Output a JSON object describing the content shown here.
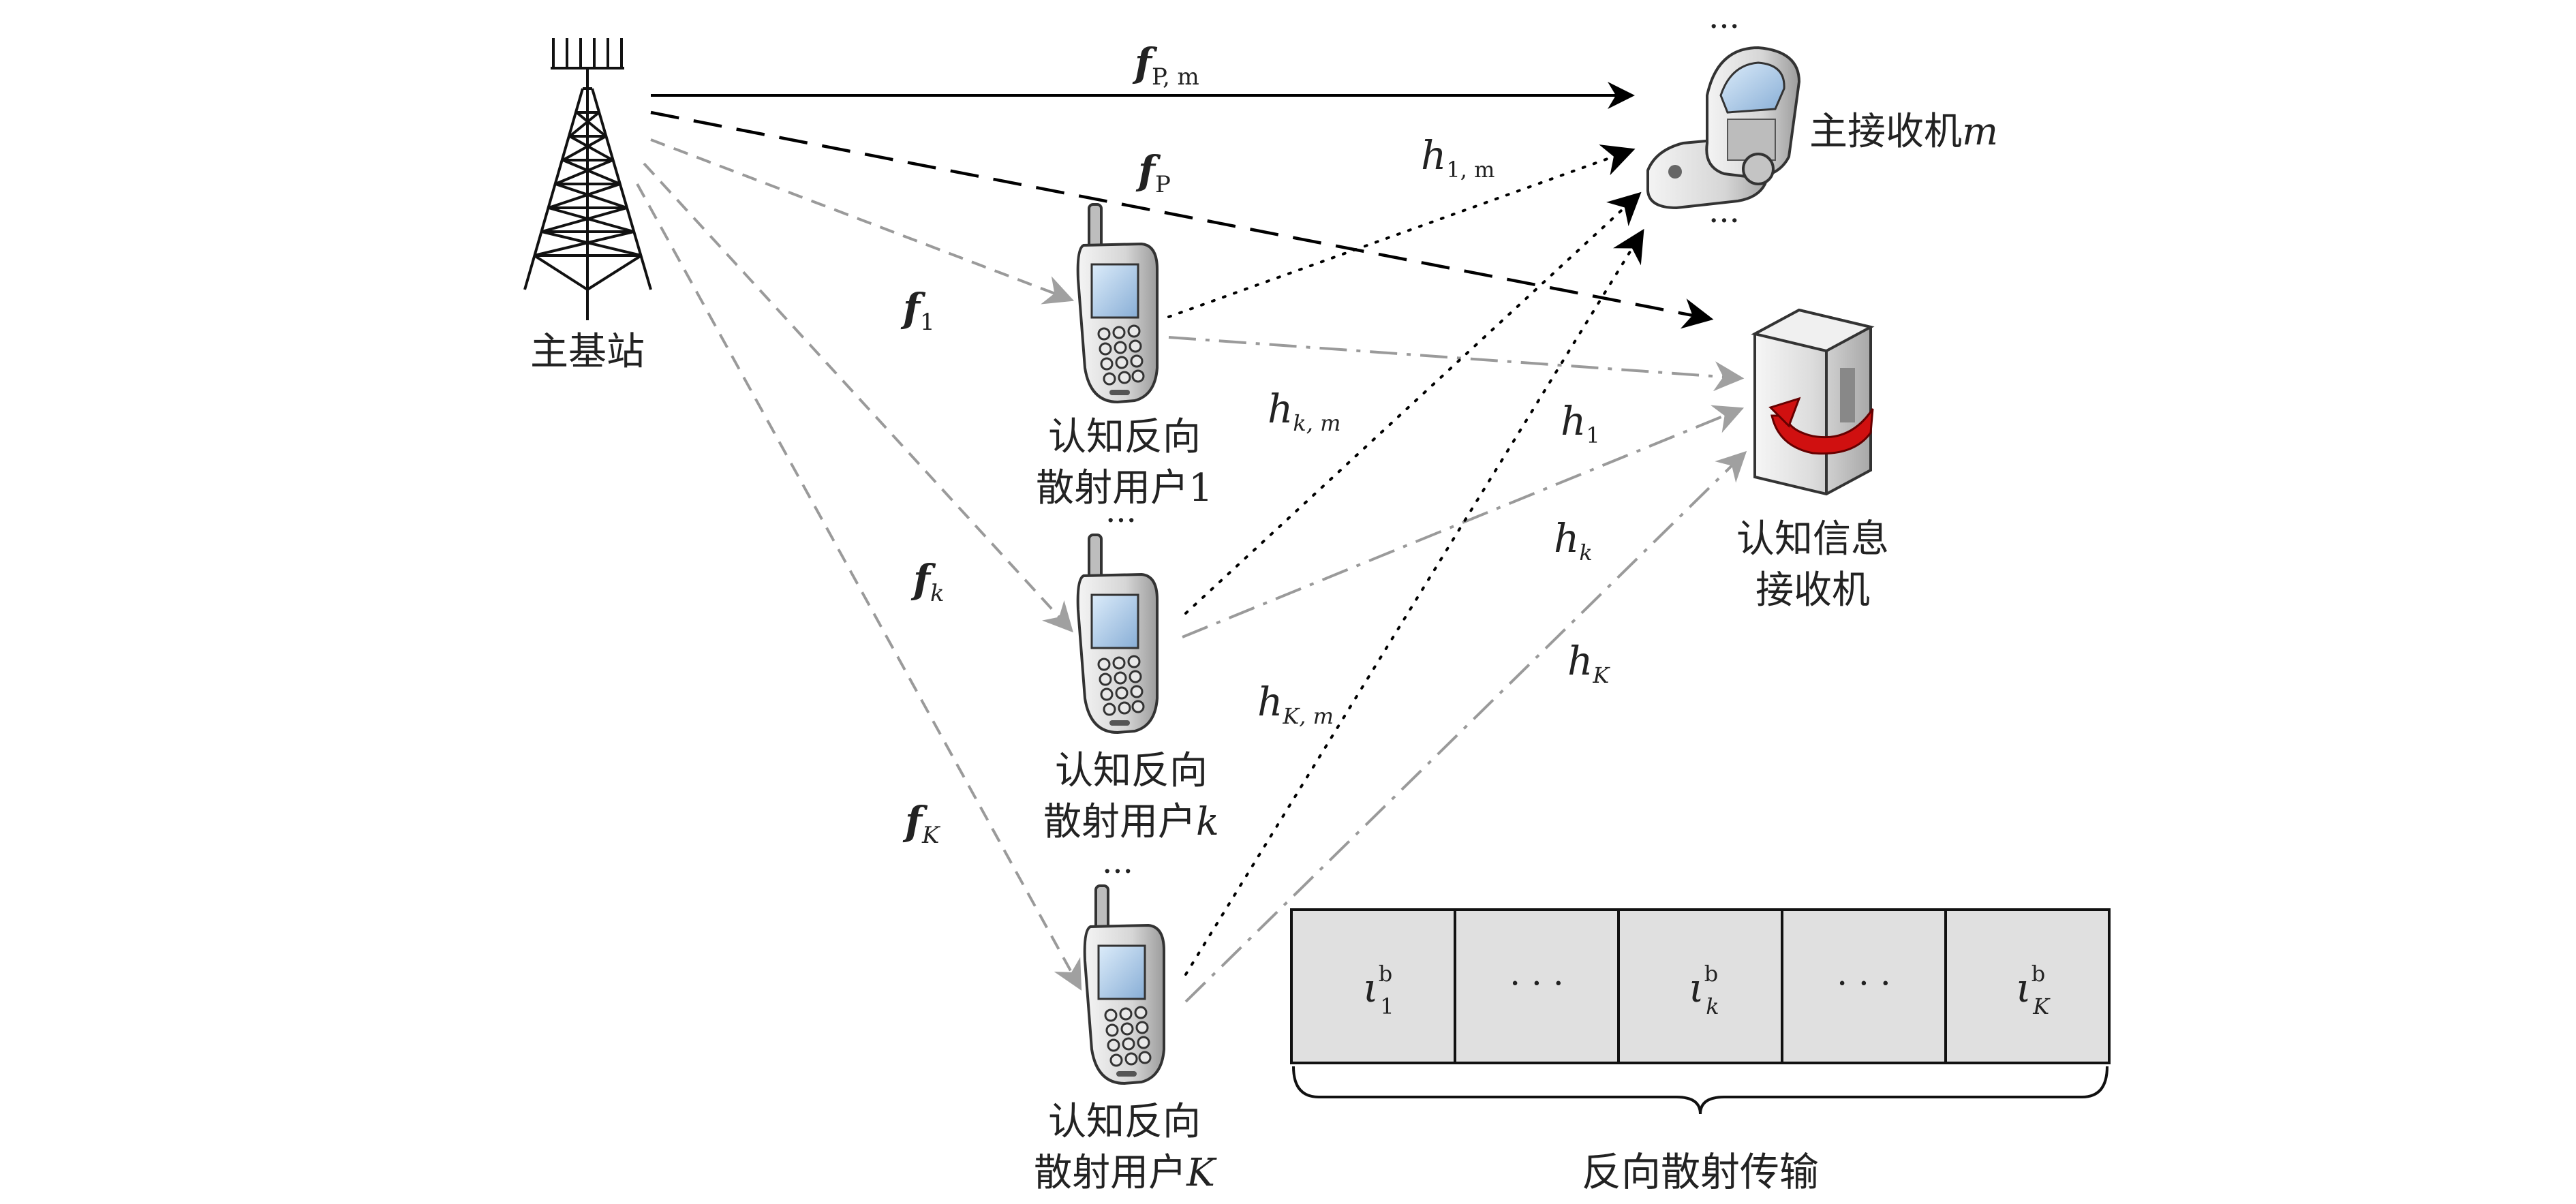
{
  "labels": {
    "primary_bs": "主基站",
    "primary_rx": "主接收机",
    "primary_rx_index": "m",
    "cognitive_rx_line1": "认知信息",
    "cognitive_rx_line2": "接收机",
    "user_line1": "认知反向",
    "user1_line2": "散射用户1",
    "userk_line2": "散射用户",
    "userk_index": "k",
    "userK_line2": "散射用户",
    "userK_index": "K",
    "backscatter_tx": "反向散射传输",
    "ellipsis": "···",
    "dots": "· · ·"
  },
  "channels": {
    "f_Pm": {
      "main": "f",
      "sub": "P, m"
    },
    "f_P": {
      "main": "f",
      "sub": "P"
    },
    "f_1": {
      "main": "f",
      "sub": "1"
    },
    "f_k": {
      "main": "f",
      "sub": "k"
    },
    "f_K": {
      "main": "f",
      "sub": "K"
    },
    "h_1m": {
      "main": "h",
      "sub": "1, m"
    },
    "h_km": {
      "main": "h",
      "sub": "k, m"
    },
    "h_Km": {
      "main": "h",
      "sub": "K, m"
    },
    "h_1": {
      "main": "h",
      "sub": "1"
    },
    "h_k": {
      "main": "h",
      "sub": "k"
    },
    "h_K": {
      "main": "h",
      "sub": "K"
    }
  },
  "frame": {
    "slots": [
      {
        "main": "ι",
        "sup": "b",
        "sub": "1"
      },
      {
        "main": "· · ·"
      },
      {
        "main": "ι",
        "sup": "b",
        "sub": "k"
      },
      {
        "main": "· · ·"
      },
      {
        "main": "ι",
        "sup": "b",
        "sub": "K"
      }
    ]
  },
  "colors": {
    "black": "#000000",
    "gray_line": "#9a9a9a",
    "gray_arrow": "#a0a0a0",
    "slot_fill": "#e0e0e0",
    "device_body": "#d8d8d8",
    "screen_blue": "#aac8e8",
    "arrow_red": "#d01010"
  }
}
